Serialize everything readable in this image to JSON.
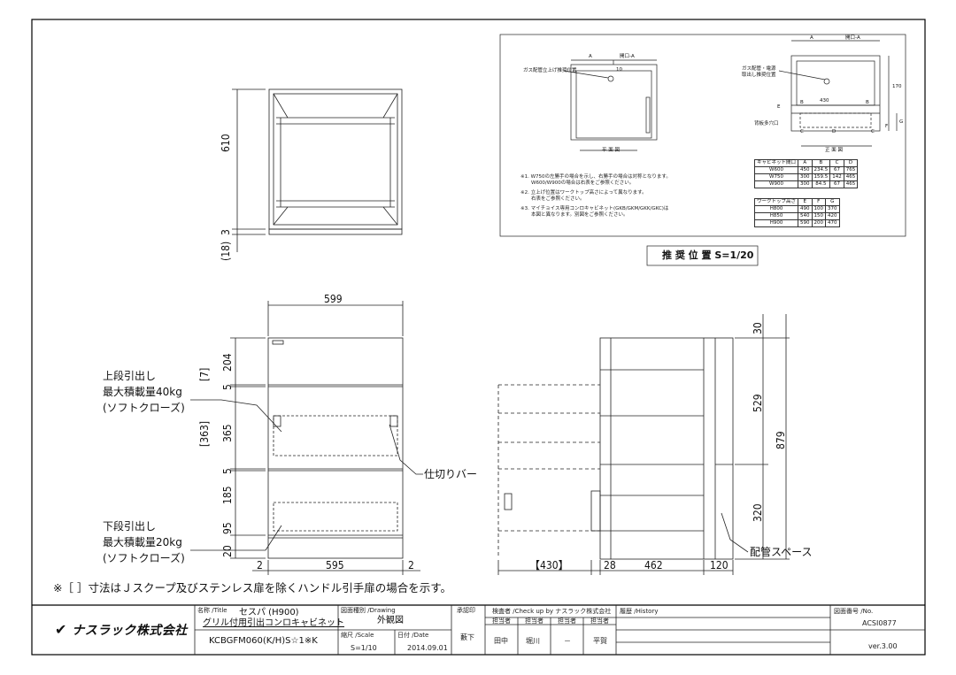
{
  "top_view": {
    "dim_610": "610",
    "dim_3": "3",
    "dim_18": "(18)"
  },
  "front_view": {
    "dim_599": "599",
    "dim_204": "204",
    "dim_5a": "5",
    "dim_7": "[7]",
    "dim_365": "365",
    "dim_363": "[363]",
    "dim_5b": "5",
    "dim_185": "185",
    "dim_95": "95",
    "dim_20": "20",
    "dim_2a": "2",
    "dim_595": "595",
    "dim_2b": "2",
    "upper_drawer_line1": "上段引出し",
    "upper_drawer_line2": "最大積載量40kg",
    "upper_drawer_line3": "(ソフトクローズ)",
    "lower_drawer_line1": "下段引出し",
    "lower_drawer_line2": "最大積載量20kg",
    "lower_drawer_line3": "(ソフトクローズ)",
    "divider_bar": "仕切りバー"
  },
  "side_view": {
    "dim_30": "30",
    "dim_529": "529",
    "dim_879": "879",
    "dim_320": "320",
    "dim_430": "【430】",
    "dim_28": "28",
    "dim_462": "462",
    "dim_120": "120",
    "piping_space": "配管スペース"
  },
  "footnote": "※［ ］寸法はＪスクープ及びステンレス扉を除くハンドル引手扉の場合を示す。",
  "inset": {
    "caption": "推 奨 位 置 S=1/20",
    "plan_title": "平 面 図",
    "elev_title": "正 面 図",
    "opening_a_left": "開口-A",
    "opening_a_right": "開口-A",
    "gas_left": "ガス配管立上げ推奨位置",
    "gas_right_1": "ガス配管・電源",
    "gas_right_2": "取出し推奨位置",
    "back_opening": "背板多穴口",
    "a": "A",
    "a2": "A",
    "b": "B",
    "b2": "B",
    "c": "C",
    "c2": "C",
    "d": "D",
    "e": "E",
    "f": "F",
    "g": "G",
    "dim_430": "430",
    "dim_170": "170",
    "dim_10": "10",
    "notes": [
      "※1. W750の左勝手の場合を示し、右勝手の場合は対称となります。",
      "W600/W900の場合は右表をご参照ください。",
      "※2. 立上げ位置はワークトップ高さによって異なります。",
      "右表をご参照ください。",
      "※3. マイチョイス専用コンロキャビネット(GKB/GKM/GKK/GKC)は",
      "本図と異なります。別図をご参照ください。"
    ],
    "table1": {
      "headers": [
        "キャビネット間口",
        "A",
        "B",
        "C",
        "D"
      ],
      "rows": [
        [
          "W600",
          "450",
          "234.5",
          "67",
          "765"
        ],
        [
          "W750",
          "300",
          "159.5",
          "142",
          "465"
        ],
        [
          "W900",
          "300",
          "84.5",
          "67",
          "465"
        ]
      ]
    },
    "table2": {
      "headers": [
        "ワークトップ高さ",
        "E",
        "F",
        "G"
      ],
      "rows": [
        [
          "H800",
          "490",
          "100",
          "370"
        ],
        [
          "H850",
          "540",
          "150",
          "420"
        ],
        [
          "H900",
          "590",
          "200",
          "470"
        ]
      ]
    }
  },
  "title_block": {
    "logo": "ナスラック株式会社",
    "title_label": "名称 /Title",
    "title_value": "セスパ (H900)",
    "title_sub": "グリル付用引出コンロキャビネット",
    "model": "KCBGFM060(K/H)S☆1※K",
    "drawing_label": "図面種別 /Drawing",
    "drawing_value": "外観図",
    "scale_label": "縮尺 /Scale",
    "scale_value": "S=1/10",
    "date_label": "日付 /Date",
    "date_value": "2014.09.01",
    "section_label": "承認印",
    "section_value": "藪下",
    "check_label": "検査者 /Check up by ナスラック株式会社",
    "check_col1": "担当者",
    "check_col2": "担当者",
    "check_col3": "担当者",
    "check_col4": "担当者",
    "checker1": "田中",
    "checker2": "堀川",
    "checker3": "－",
    "checker4": "平賀",
    "history_label": "履歴 /History",
    "number_label": "図面番号 /No.",
    "number_value": "ACSI0877",
    "version": "ver.3.00"
  }
}
